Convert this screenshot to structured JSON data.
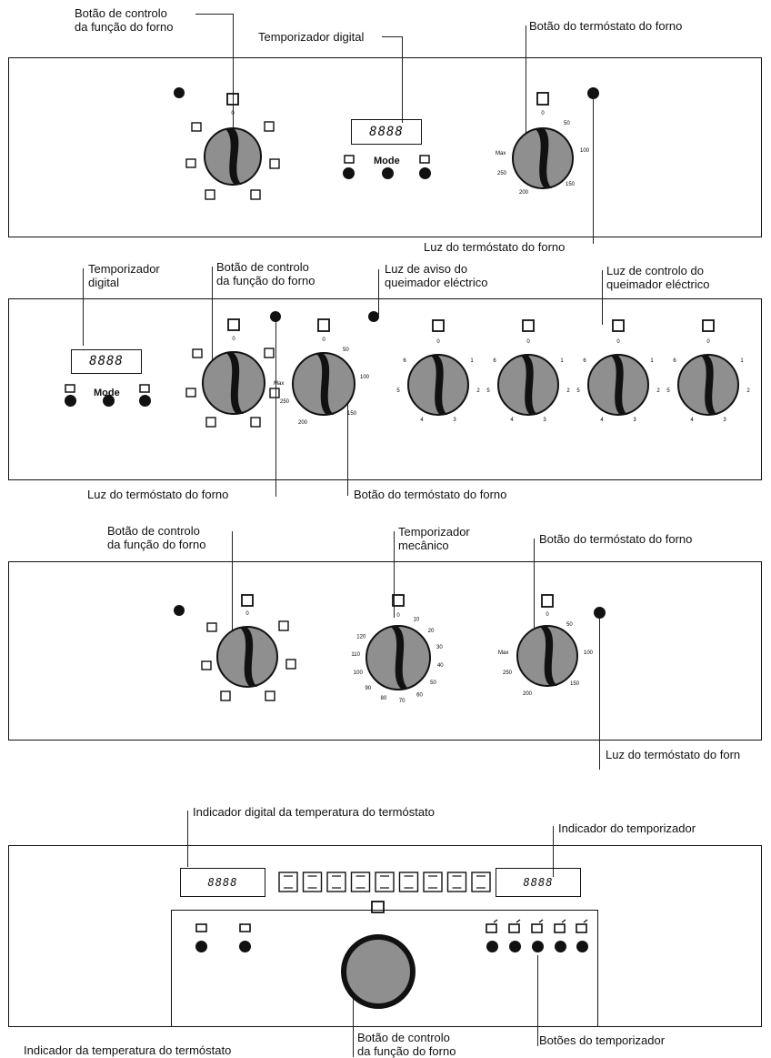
{
  "panel1": {
    "label_function": [
      "Botão de controlo",
      "da função do forno"
    ],
    "label_timer": "Temporizador digital",
    "label_thermostat": "Botão do termóstato do forno",
    "label_light": "Luz do termóstato do forno",
    "display": "8888",
    "mode": "Mode",
    "dial_zero": "0",
    "thermo_marks": [
      "0",
      "50",
      "100",
      "150",
      "200",
      "250",
      "Max"
    ]
  },
  "panel2": {
    "label_timer": [
      "Temporizador",
      "digital"
    ],
    "label_function": [
      "Botão de controlo",
      "da função do forno"
    ],
    "label_warning": [
      "Luz de aviso do",
      "queimador eléctrico"
    ],
    "label_control": [
      "Luz de controlo do",
      "queimador eléctrico"
    ],
    "label_light": "Luz do termóstato do forno",
    "label_thermostat": "Botão do termóstato do forno",
    "display": "8888",
    "mode": "Mode",
    "burner_marks": [
      "0",
      "1",
      "2",
      "3",
      "4",
      "5",
      "6"
    ]
  },
  "panel3": {
    "label_function": [
      "Botão de controlo",
      "da função do forno"
    ],
    "label_timer": [
      "Temporizador",
      "mecânico"
    ],
    "label_thermostat": "Botão do termóstato do forno",
    "label_light": "Luz do termóstato do forn",
    "timer_marks": [
      "0",
      "10",
      "20",
      "30",
      "40",
      "50",
      "60",
      "70",
      "80",
      "90",
      "100",
      "110",
      "120"
    ]
  },
  "panel4": {
    "label_temp_display": "Indicador digital da temperatura do termóstato",
    "label_timer_display": "Indicador do temporizador",
    "label_temp_ind": "Indicador da temperatura do termóstato",
    "label_function": [
      "Botão de controlo",
      "da função do forno"
    ],
    "label_timer_buttons": "Botões do temporizador",
    "display_left": "8888",
    "display_right": "8888"
  },
  "colors": {
    "dial_fill": "#8f8f8f",
    "stroke": "#111111"
  }
}
